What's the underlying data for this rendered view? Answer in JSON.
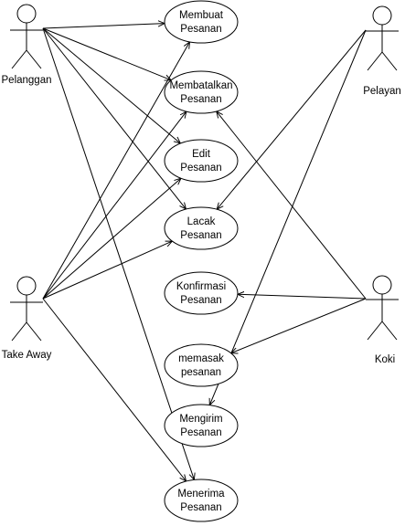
{
  "actors": {
    "pelanggan": {
      "label": "Pelanggan"
    },
    "take_away": {
      "label": "Take Away"
    },
    "pelayan": {
      "label": "Pelayan"
    },
    "koki": {
      "label": "Koki"
    }
  },
  "use_cases": {
    "membuat_pesanan": {
      "line1": "Membuat",
      "line2": "Pesanan"
    },
    "membatalkan_pesanan": {
      "line1": "Membatalkan",
      "line2": "Pesanan"
    },
    "edit_pesanan": {
      "line1": "Edit",
      "line2": "Pesanan"
    },
    "lacak_pesanan": {
      "line1": "Lacak",
      "line2": "Pesanan"
    },
    "konfirmasi_pesanan": {
      "line1": "Konfirmasi",
      "line2": "Pesanan"
    },
    "memasak_pesanan": {
      "line1": "memasak",
      "line2": "pesanan"
    },
    "mengirim_pesanan": {
      "line1": "Mengirim",
      "line2": "Pesanan"
    },
    "menerima_pesanan": {
      "line1": "Menerima",
      "line2": "Pesanan"
    }
  },
  "associations": [
    {
      "from": "pelanggan",
      "to": "membuat_pesanan"
    },
    {
      "from": "pelanggan",
      "to": "membatalkan_pesanan"
    },
    {
      "from": "pelanggan",
      "to": "edit_pesanan"
    },
    {
      "from": "pelanggan",
      "to": "lacak_pesanan"
    },
    {
      "from": "pelanggan",
      "to": "menerima_pesanan"
    },
    {
      "from": "take_away",
      "to": "membuat_pesanan"
    },
    {
      "from": "take_away",
      "to": "membatalkan_pesanan"
    },
    {
      "from": "take_away",
      "to": "edit_pesanan"
    },
    {
      "from": "take_away",
      "to": "lacak_pesanan"
    },
    {
      "from": "take_away",
      "to": "menerima_pesanan"
    },
    {
      "from": "pelayan",
      "to": "lacak_pesanan"
    },
    {
      "from": "pelayan",
      "to": "mengirim_pesanan"
    },
    {
      "from": "koki",
      "to": "membatalkan_pesanan"
    },
    {
      "from": "koki",
      "to": "konfirmasi_pesanan"
    },
    {
      "from": "koki",
      "to": "memasak_pesanan"
    }
  ]
}
